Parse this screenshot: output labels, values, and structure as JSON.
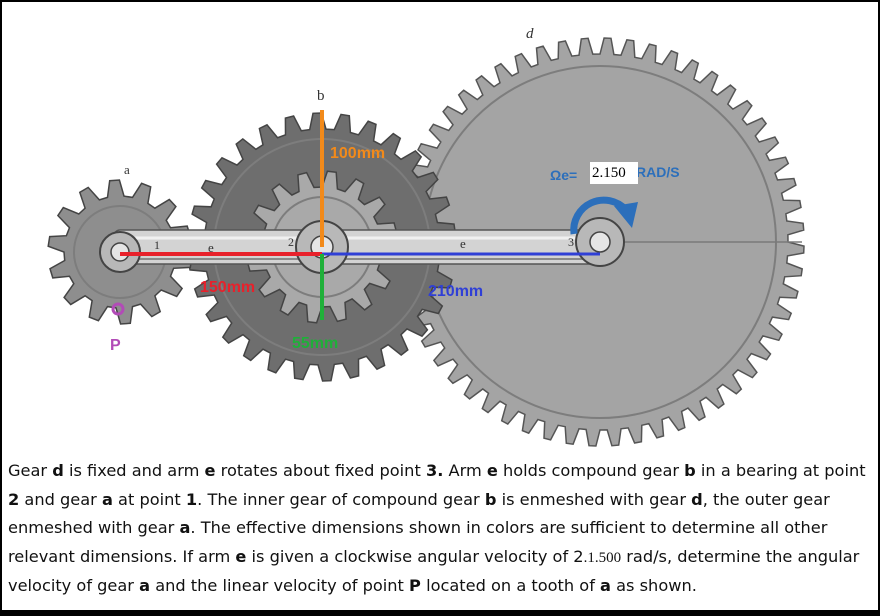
{
  "colors": {
    "gear_fill": "#9a9a9a",
    "gear_dark": "#6e6e6e",
    "arm_fill": "#cfcfcf",
    "red": "#e8212b",
    "blue": "#2f3fd6",
    "green": "#1fb039",
    "orange": "#f28a1a",
    "omega_blue": "#2c6fbb",
    "point_p": "#b24bb7"
  },
  "labels": {
    "gear_a": "a",
    "gear_b": "b",
    "gear_d": "d",
    "arm_e1": "e",
    "arm_e2": "e",
    "pt1": "1",
    "pt2": "2",
    "pt3": "3",
    "point_p": "P",
    "dim_red": "150mm",
    "dim_blue": "210mm",
    "dim_orange": "100mm",
    "dim_green": "55mm",
    "omega_symbol": "Ωe=",
    "omega_value": "2.150",
    "omega_unit": "RAD/S"
  },
  "problem": {
    "p1": "Gear ",
    "b1": "d",
    "p2": " is fixed and arm ",
    "b2": "e",
    "p3": " rotates about fixed point ",
    "b3": "3.",
    "p4": "  Arm ",
    "b4": "e",
    "p5": " holds compound gear ",
    "b5": "b",
    "p6": " in a bearing at point ",
    "b6": "2",
    "p7": " and gear ",
    "b7": "a",
    "p8": " at point ",
    "b8": "1",
    "p9": ". The inner gear of compound gear ",
    "b9": "b",
    "p10": " is enmeshed with gear ",
    "b10": "d",
    "p11": ", the outer gear enmeshed with gear ",
    "b11": "a",
    "p12": ". The effective dimensions shown in colors are sufficient to determine all other relevant dimensions.  If arm ",
    "b12": "e",
    "p13": " is given a clockwise angular velocity of 2",
    "v1": ".1.500",
    "p14": " rad/s, determine the angular velocity of gear ",
    "b13": "a",
    "p15": " and the linear velocity of point ",
    "b14": "P",
    "p16": " located on a tooth of ",
    "b15": "a",
    "p17": " as shown."
  }
}
